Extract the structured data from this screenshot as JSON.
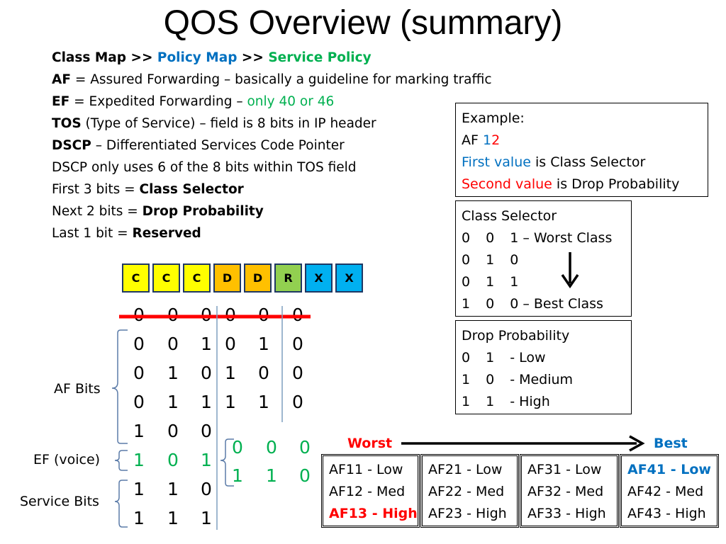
{
  "title": "QOS Overview (summary)",
  "notes": {
    "line1": {
      "a": "Class Map >> ",
      "b": "Policy Map",
      "c": " >> ",
      "d": "Service Policy"
    },
    "line2": {
      "term": "AF",
      "rest": " = Assured Forwarding – basically a guideline for marking traffic"
    },
    "line3": {
      "term": "EF",
      "rest": " = Expedited Forwarding – ",
      "highlight": "only 40 or 46"
    },
    "line4": {
      "term": "TOS",
      "rest": " (Type of Service) – field is 8 bits in IP header"
    },
    "line5": {
      "term": "DSCP",
      "rest": " – Differentiated Services Code Pointer"
    },
    "line6": "DSCP only uses 6 of the 8 bits within TOS field",
    "line7": {
      "text": "First 3 bits = ",
      "term": "Class Selector"
    },
    "line8": {
      "text": "Next 2 bits = ",
      "term": "Drop Probability"
    },
    "line9": {
      "text": "Last 1 bit = ",
      "term": "Reserved"
    }
  },
  "bit_bar": [
    "C",
    "C",
    "C",
    "D",
    "D",
    "R",
    "X",
    "X"
  ],
  "bit_rows": [
    [
      "0",
      "0",
      "0",
      "0",
      "0",
      "0"
    ],
    [
      "0",
      "0",
      "1",
      "0",
      "1",
      "0"
    ],
    [
      "0",
      "1",
      "0",
      "1",
      "0",
      "0"
    ],
    [
      "0",
      "1",
      "1",
      "1",
      "1",
      "0"
    ],
    [
      "1",
      "0",
      "0"
    ],
    [
      "1",
      "0",
      "1"
    ],
    [
      "1",
      "1",
      "0"
    ],
    [
      "1",
      "1",
      "1"
    ]
  ],
  "ef_rows": [
    [
      "0",
      "0",
      "0"
    ],
    [
      "1",
      "1",
      "0"
    ]
  ],
  "side_labels": {
    "af": "AF Bits",
    "ef": "EF (voice)",
    "service": "Service Bits"
  },
  "example_box": {
    "line1": "Example:",
    "line2": {
      "prefix": "AF ",
      "first": "1",
      "second": "2"
    },
    "line3": {
      "colored": "First value",
      "rest": " is Class Selector"
    },
    "line4": {
      "colored": "Second value",
      "rest": " is Drop Probability"
    }
  },
  "class_selector_box": {
    "title": "Class Selector",
    "rows": [
      {
        "a": "0",
        "b": "0",
        "c": "1 – Worst Class"
      },
      {
        "a": "0",
        "b": "1",
        "c": "0"
      },
      {
        "a": "0",
        "b": "1",
        "c": "1"
      },
      {
        "a": "1",
        "b": "0",
        "c": "0 – Best Class"
      }
    ]
  },
  "drop_probability_box": {
    "title": "Drop Probability",
    "rows": [
      {
        "a": "0",
        "b": "1",
        "c": "- Low"
      },
      {
        "a": "1",
        "b": "0",
        "c": "- Medium"
      },
      {
        "a": "1",
        "b": "1",
        "c": "- High"
      }
    ]
  },
  "worst_label": "Worst",
  "best_label": "Best",
  "af_boxes": [
    [
      "AF11 - Low",
      "AF12 - Med",
      "AF13 - High"
    ],
    [
      "AF21 - Low",
      "AF22 - Med",
      "AF23 - High"
    ],
    [
      "AF31 - Low",
      "AF32 - Med",
      "AF33 - High"
    ],
    [
      "AF41 - Low",
      "AF42 - Med",
      "AF43 - High"
    ]
  ],
  "colors": {
    "blue": "#0070c0",
    "green": "#00b050",
    "red": "#ff0000",
    "yellow": "#ffff00",
    "orange": "#ffc000",
    "lightgreen": "#92d050",
    "cyan": "#00b0f0"
  }
}
